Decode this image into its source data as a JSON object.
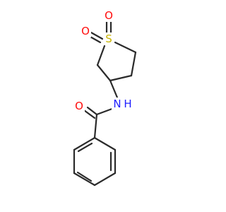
{
  "molecule": {
    "atoms": {
      "o1": {
        "symbol": "O",
        "color": "#ff0d0d"
      },
      "o2": {
        "symbol": "O",
        "color": "#ff0d0d"
      },
      "s": {
        "symbol": "S",
        "color": "#c8b400"
      },
      "n": {
        "symbol": "N",
        "color": "#2020ff"
      },
      "nh": {
        "symbol": "H",
        "color": "#2020ff"
      },
      "o3": {
        "symbol": "O",
        "color": "#ff0d0d"
      }
    },
    "bond_color": "#2b2b2b"
  }
}
